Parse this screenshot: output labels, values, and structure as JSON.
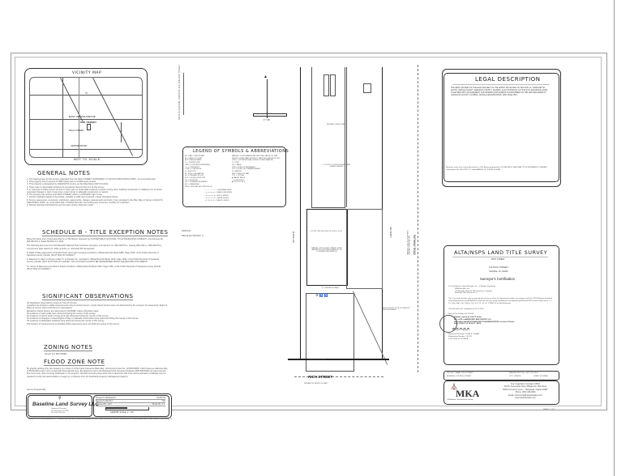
{
  "vicinity_map": {
    "title": "VICINITY MAP",
    "scale_note": "NOT TO SCALE",
    "labels": [
      "EAST VENICE AVENUE",
      "RICH STREET",
      "CENTER ROAD",
      "SITE / SURVEY",
      "75",
      "JACARANDA BLVD",
      "HONORE AVENUE"
    ]
  },
  "general_notes": {
    "title": "GENERAL NOTES",
    "items": [
      "1. The bearing base for this survey originated from the RICH STREET NORTHERLY of \"ECCO'S INDUSTRIAL PARK\", as unrecorded plat.",
      "2. This property has an area of 27,488 square feet or 0.6303 acres of land.",
      "3. This property is designated by SARASOTA County, as Tax Map Parcel 0427-01-0011.",
      "4. There was no observable evidence of cemeteries found at the time of this survey.",
      "5. In response to Table A items 16 and 17 there was no observable evidence of earth moving work, building construction or additions nor is known proposed changes in right of way lines, recent street or sidewalk construction or repairs.",
      "6. The property has access onto RICH STREET, which is a PRIVATE right of way.",
      "7. Interior roadways appear to be private, variable in width and unnamed, unless otherwise shown.",
      "8. Survey, easements, covenants, restrictions, agreements, charges, assessments and liens, if any provided in the Plat, Map or Survey of ECCO'S INDUSTRIAL PARK, an unrecorded plat, of Official Records, but omitting any covenant, condition or restriction.",
      "9. Record bearings and distances are the same unless otherwise noted."
    ]
  },
  "schedule_b": {
    "title": "SCHEDULE B - TITLE EXCEPTION NOTES",
    "intro": "Being the same tract of land described in a Title Report prepared by OLD REPUBLIC NATIONAL TITLE INSURANCE COMPANY, Commitment No. 605-2021T3-1, dated MARCH 12, 2024.",
    "items": [
      "The following items are from Old Republic National Title Insurance Company, commitment no. 605-2021T3-1, issuing office file no. 605-2021T3-1, commitment date: March 12, 2024 at 8:00 a.m. Schedule B-II Exceptions.",
      "8. Right of Way Agreement to Florida Power and Light Company recorded in Official Records Book 1885, Page 1025, of the Public Records of Sarasota County, Florida. (PLOTTED ON SURVEY)",
      "9. Easement in favor of Seven Cable TV of Florida, Inc. recorded in Official Records Book 1445, Page 1108, of the Public Records of Sarasota County, Florida. (NOT PLOTTED ON SURVEY, NO LOCATION CANNOT BE DETERMINED FROM THE RECORD DOCUMENT)",
      "10. Terms of Easement provided in Deed recorded in Official Records Book 1933, Page 2150, of the Public Records of Sarasota County, Florida. (PLOTTED ON SURVEY)"
    ]
  },
  "significant_observations": {
    "title": "SIGNIFICANT OBSERVATIONS",
    "items": [
      "No Significant Observations Found At Time Of Survey.",
      "Locations are limited to visible improvements only as shown hereon. Lands shown hereon were not abstracted by the surveyor for easements, Right-of-Ways of record, other restrictions or reservations.",
      "Elevations shown hereon are referenced to NAVD88, unless otherwise noted.",
      "No evidence of party walls were observed during the course of this survey.",
      "No evidence of recent earth moving work was observed during the course of this survey.",
      "No evidence of changes in street Rights of Way or sidewalk construction were observed during the course of this survey.",
      "No evidence of delineated wetlands were observed during the course of this survey.",
      "The location of improvements is plottable offsite easements were not within the scope of this survey."
    ]
  },
  "zoning_notes": {
    "title": "ZONING NOTES",
    "text": "Zoned: IGT PROVIDED"
  },
  "flood_zone": {
    "title": "FLOOD ZONE NOTE",
    "text": "By graphic plotting only, this property is in Zone X of the Flood Insurance Rate Map, Community Panel No. 12115C0383F, which bears an effective date of 05/12/2021 and is not in a Special Flood Hazard Area. By telephone call to the National Flood Insurance Program (800-638-6620) we have learned this community does currently participate in the program. No field surveying was performed to determine this zone and an elevation certificate may be needed to verify this determination or apply for a variance from the Federal Emergency Management Agency."
  },
  "prepared_by": {
    "label": "Survey Prepared By:",
    "company": "Baseline Land Survey LLC",
    "address_lines": [
      "Registered Surveyors",
      "Venice Florida, FL 34292",
      "No. 0000 000 0000"
    ]
  },
  "drawing_info": {
    "rows": [
      {
        "label": "Surveyor's Drawing No.:",
        "value": "24-05-013"
      },
      {
        "label": "Surveyor's Site Ref.:",
        "value": "N/A"
      },
      {
        "label": "Checked By: J.E.K.",
        "value": "Drawn By: A.A."
      }
    ],
    "scale_label": "GRAPHIC SCALE: 1\" = 30'",
    "scale_ticks": [
      "0",
      "15",
      "30"
    ]
  },
  "copyright": "Copyright 2005-2024 by MKAssociates, Inc. This product style and format is protected by copyright laws and all rights are reserved. Use of this style and format is strictly prohibited without written consent of MKAssociates, Inc.",
  "legend": {
    "title": "LEGEND OF SYMBOLS & ABBREVIATIONS",
    "left": [
      "A/C = AIR CONDITIONER",
      "BC = BACK OF CURB",
      "BCS = BENCH MARK",
      "CL = CENTER LINE",
      "CMS = CONCRETE MONUMENT",
      "C.I. = CURB INLET",
      "CONC = CONCRETE",
      "E = ELECTRIC",
      "EL. ELEV. = ELEVATION",
      "F.F. = FINISHED FLOOR",
      "F.I.P. = FOUND IRON PIPE",
      "I.R. = IRON ROD",
      "L.B. = LICENSED BUSINESS",
      "M.F. = MEASURED",
      "ORB = OFFICIAL RECORDS BOOK"
    ],
    "right": [
      "NAVD88 = NORTH AMERICAN VERTICAL DATUM OF 1988",
      "NGVD29 = NATIONAL GEODETIC VERTICAL DATUM OF 1929",
      "P.S.M. = PROFESSIONAL SURVEYOR AND MAPPER",
      "P = PLAT",
      "PG. = PAGE",
      "POB = POINT OF BEGINNING",
      "POC = POINT OF COMMENCEMENT",
      "R = RADIUS",
      "R/W = RIGHT OF WAY",
      "TYP. = TYPICAL",
      "WATER VALVE",
      "LIGHT POLE",
      "UTILITY POLE"
    ],
    "line_types": [
      "OVERHEAD WIRE",
      "CHAIN LINK FENCE",
      "WOOD FENCE",
      "METAL FENCE",
      "PLASTIC FENCE"
    ]
  },
  "parking": {
    "label": "PARKING",
    "text": "REGULAR SPACES: 3"
  },
  "north_arrow": {
    "label": "N",
    "scale_label": "1\" = 30'"
  },
  "site_plan": {
    "street_name": "RICH STREET",
    "street_note": "PRIVATE 50' RIGHT OF WAY",
    "road_east": "PATHWAY ROAD",
    "lot_label": "LOT 8 ECCO'S INDUSTRIAL PARK (UNRECORDED)",
    "asphalt_label": "ASPHALT DRIVE WAY",
    "building_label": "1 STORY CBS BUILDING F.F. ELEV = 13.43",
    "parcel_owner": "PARCEL: 0427-01-0011 OWNER: FRED MEYER'S LIQUOR NITROGEN INC., A FLORIDA CORPORATION",
    "parcel_east": "PARCEL: 0427-01-0010 FIRST PRIORITY RENTAL INC.",
    "sidewalk_label": "5' CONCRETE WALK",
    "encroachment_label": "WOOD UTILITY POLE 0.4' WITHOUT ENCROACHMENT",
    "west_dim": "S01°45'28\"W",
    "east_dim": "N01°45'28\"E",
    "front_dim": "N88°20'00\"W 100.00'"
  },
  "legal_description": {
    "title": "LEGAL DESCRIPTION",
    "text": "THE WEST 100 FEET OF THE EAST 800 FEET OF THE NORTH 330.00 FEET OF SECTION 14, TOWNSHIP 39 SOUTH, RANGE 19 EAST, SARASOTA COUNTY, FLORIDA, ALSO KNOWN AS LOT 8 ECCO'S INDUSTRIAL PARK. TOGETHER WITH AN EASEMENT FOR INGRESS AND EGRESS AS DESCRIBED ON THE MAP RECORDED IN SARASOTA COUNTY, FLORIDA, OFFICIAL RECORD BOOK 1286, PAGE 1587.",
    "footer": "Being the same tract of land described in a Title Report prepared by OLD REPUBLIC NATIONAL TITLE INSURANCE COMPANY, Commitment No. 605-2021T3-1, dated MARCH 12, 2024 AT 8:00 AM."
  },
  "alta": {
    "title": "ALTA/NSPS LAND TITLE SURVEY",
    "subtitle": "RICH STREET",
    "address1": "114 RICH STREET",
    "address2": "VENICE, FL 34292",
    "cert_title": "Surveyor's Certification",
    "to_lines": [
      "To: Fred Meyer's Liquor Nitrogen, Inc., a Florida Corporation",
      "MKAssociates, Inc.",
      "Old Republic National Title Insurance Company",
      "Newmark Title Services LLC"
    ],
    "cert_text": "This is to certify that this map or plat and the survey on which it is based were made in accordance with the 2021 Minimum Standard Detail Requirements for ALTA/NSPS Land Title Surveys, jointly established and adopted by ALTA and NSPS and includes Items 1, 2, 3, 4, 6(a), 6(b), 7(a), 7(b)(1), 7(c), 8, 9, 13, 14, 16, 17 AND 18 of Table A thereof.",
    "field_work": "The field work was completed on 05-11-2024",
    "date_of_plat": "Date of Plat or Map: 05-21-2024",
    "signed_lines": [
      "Digitally signed by John E Kuhar",
      "DN: c=US, o=BASELINE LAND SURVEY LLC,",
      "dnQualifier=A01410C00000018F12C0000EB0000018E, cn=John E Kuhar",
      "Date: 2024.07.15 14:20:57 -04'00'"
    ],
    "signature_label": "Surveyor's Signature",
    "registered_lines": [
      "Registered Surveyor: JOHN E. KUHAR",
      "Registration Number: LS 6711",
      "In the State of: FLORIDA"
    ]
  },
  "project": {
    "name_label": "PROJECT NAME: RICH STREET",
    "address_label": "ADDRESS: 114 RICH STREET",
    "mka_project": "MKA PROJECT No.: 10771-24-0014",
    "city": "CITY: VENICE",
    "state": "STATE: FLORIDA"
  },
  "mka": {
    "logo_text": "MKA",
    "logo_sub": "A National Land Services Group",
    "contact_lines": [
      "For Inquiries Contact: MKA",
      "North American Due Diligence Services",
      "8083 Commerce Court — Manassas, Virginia 22987",
      "Phone: (540) 428-2000",
      "Email: commercial@mkassociates.com",
      "www.mkassociates.com"
    ],
    "sheet": "SHEET: 1 OF 1"
  }
}
